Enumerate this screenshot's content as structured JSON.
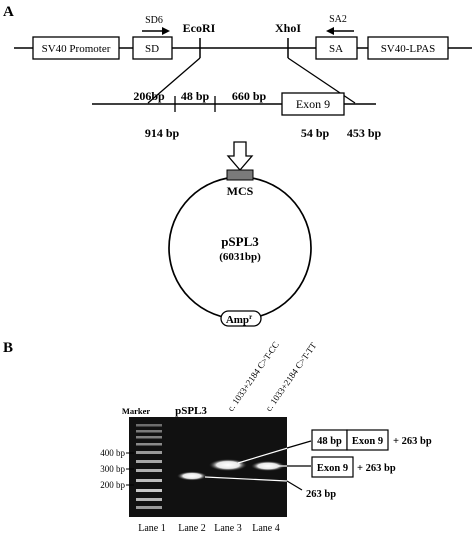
{
  "panel_a": {
    "label": "A",
    "construct": {
      "sv40_promoter": "SV40 Promoter",
      "sd": "SD",
      "sd6": "SD6",
      "ecori": "EcoRI",
      "xhoi": "XhoI",
      "sa2": "SA2",
      "sa": "SA",
      "sv40_lpas": "SV40-LPAS"
    },
    "insert": {
      "label_206": "206bp",
      "label_48": "48 bp",
      "label_660": "660 bp",
      "exon9": "Exon 9",
      "label_914": "914 bp",
      "label_54": "54 bp",
      "label_453": "453 bp"
    },
    "plasmid": {
      "mcs": "MCS",
      "name": "pSPL3",
      "size": "(6031bp)",
      "amp": "Amp",
      "amp_sup": "r"
    }
  },
  "panel_b": {
    "label": "B",
    "gel": {
      "marker_label": "Marker",
      "pspl3_label": "pSPL3",
      "sample1_label": "c. 1033+2184 C>T-CC",
      "sample2_label": "c. 1033+2184 C>T-TT",
      "ladder_400": "400 bp",
      "ladder_300": "300 bp",
      "ladder_200": "200 bp",
      "lanes": [
        "Lane 1",
        "Lane 2",
        "Lane 3",
        "Lane 4"
      ]
    },
    "products": {
      "top_48": "48 bp",
      "top_exon9": "Exon 9",
      "top_suffix": "+ 263 bp",
      "mid_exon9": "Exon 9",
      "mid_suffix": "+ 263 bp",
      "bottom": "263 bp"
    }
  }
}
